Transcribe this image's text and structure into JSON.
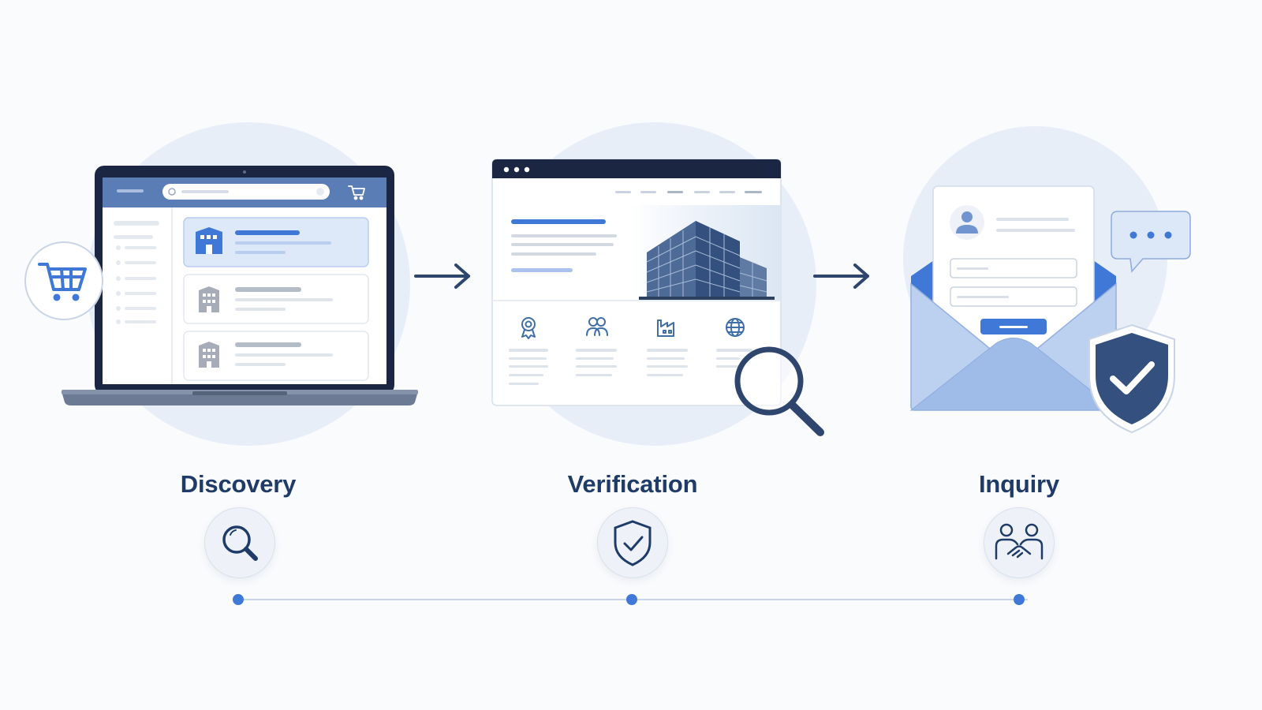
{
  "steps": [
    {
      "key": "discovery",
      "label": "Discovery",
      "icon": "magnifier-icon"
    },
    {
      "key": "verification",
      "label": "Verification",
      "icon": "shield-check-icon"
    },
    {
      "key": "inquiry",
      "label": "Inquiry",
      "icon": "handshake-people-icon"
    }
  ],
  "colors": {
    "accent": "#3f78d6",
    "navy": "#1f3c68",
    "dark": "#1b2742",
    "halo": "#e8eef8",
    "light_blue": "#a9c3ee",
    "line": "#c9d5e6"
  },
  "illustrations": {
    "discovery": "laptop-marketplace-illustration",
    "verification": "company-profile-browser-illustration",
    "inquiry": "inquiry-envelope-illustration"
  }
}
